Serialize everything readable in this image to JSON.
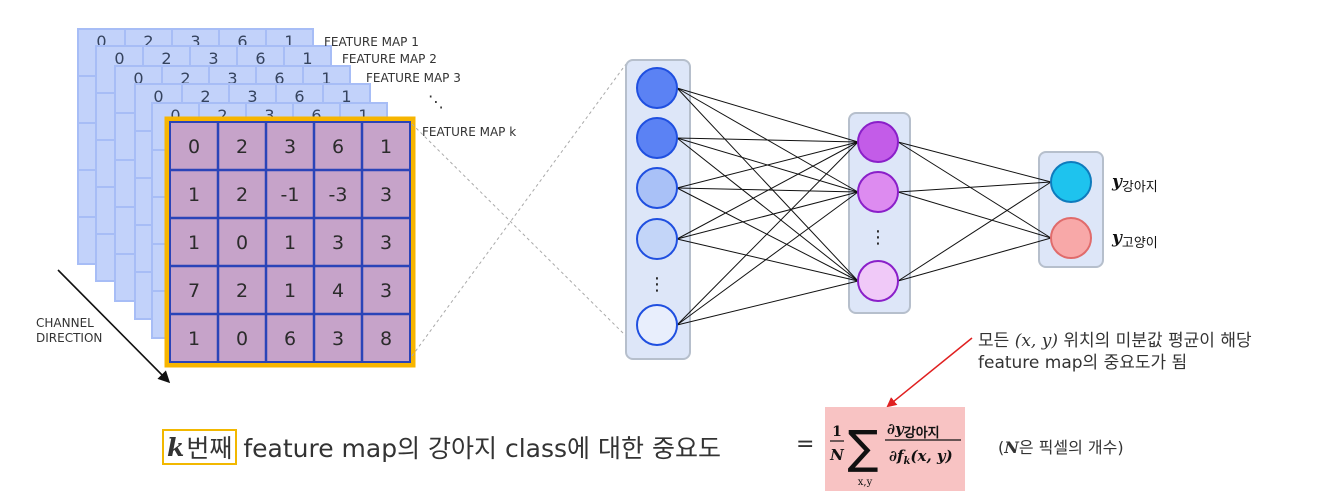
{
  "feature_maps": {
    "labels": [
      "FEATURE MAP 1",
      "FEATURE MAP 2",
      "FEATURE MAP 3",
      "FEATURE MAP k"
    ],
    "ellipsis": "⋱",
    "front_grid": [
      [
        "0",
        "2",
        "3",
        "6",
        "1"
      ],
      [
        "1",
        "2",
        "-1",
        "-3",
        "3"
      ],
      [
        "1",
        "0",
        "1",
        "3",
        "3"
      ],
      [
        "7",
        "2",
        "1",
        "4",
        "3"
      ],
      [
        "1",
        "0",
        "6",
        "3",
        "8"
      ]
    ],
    "back_header_digits": [
      "0",
      "2",
      "3",
      "6",
      "1"
    ],
    "channel_label_line1": "CHANNEL",
    "channel_label_line2": "DIRECTION"
  },
  "network": {
    "input_ellipsis": "⋮",
    "hidden_ellipsis": "⋮",
    "output_labels": [
      {
        "var": "y",
        "sub": "강아지"
      },
      {
        "var": "y",
        "sub": "고양이"
      }
    ]
  },
  "annotation": {
    "line1_prefix": "모든 ",
    "line1_math": "(x, y)",
    "line1_suffix": " 위치의 미분값 평균이 해당",
    "line2": "feature map의 중요도가 됨"
  },
  "equation": {
    "k": "k",
    "k_suffix": "번째",
    "text": "feature map의 강아지 class에 대한 중요도",
    "equals": "=",
    "frac_num": "1",
    "frac_den": "N",
    "sigma": "∑",
    "sum_sub": "x,y",
    "deriv_num_sym": "∂y",
    "deriv_num_sub": "강아지",
    "deriv_den": "∂f",
    "deriv_den_sub": "k",
    "deriv_den_args": "(x, y)",
    "note_var": "N",
    "note_text": "은 픽셀의 개수)",
    "note_open": "("
  },
  "colors": {
    "map_back_fill": "#c2d2fa",
    "map_back_line": "#a7bdf6",
    "map_front_fill": "#c6a3c9",
    "map_front_line": "#2a44b8",
    "map_front_border": "#f7b500",
    "input_dark": "#5b82f4",
    "input_light": "#a9c1f7",
    "input_lighter": "#c3d5f8",
    "input_empty": "#e8eefc",
    "hidden_strong": "#c35ce8",
    "hidden_mid": "#dd8bf0",
    "hidden_light": "#f0c9f8",
    "out_dog": "#1ec3ee",
    "out_cat": "#f8a8a8",
    "arrow": "#e02020",
    "formula_bg": "#f8c3c3"
  }
}
